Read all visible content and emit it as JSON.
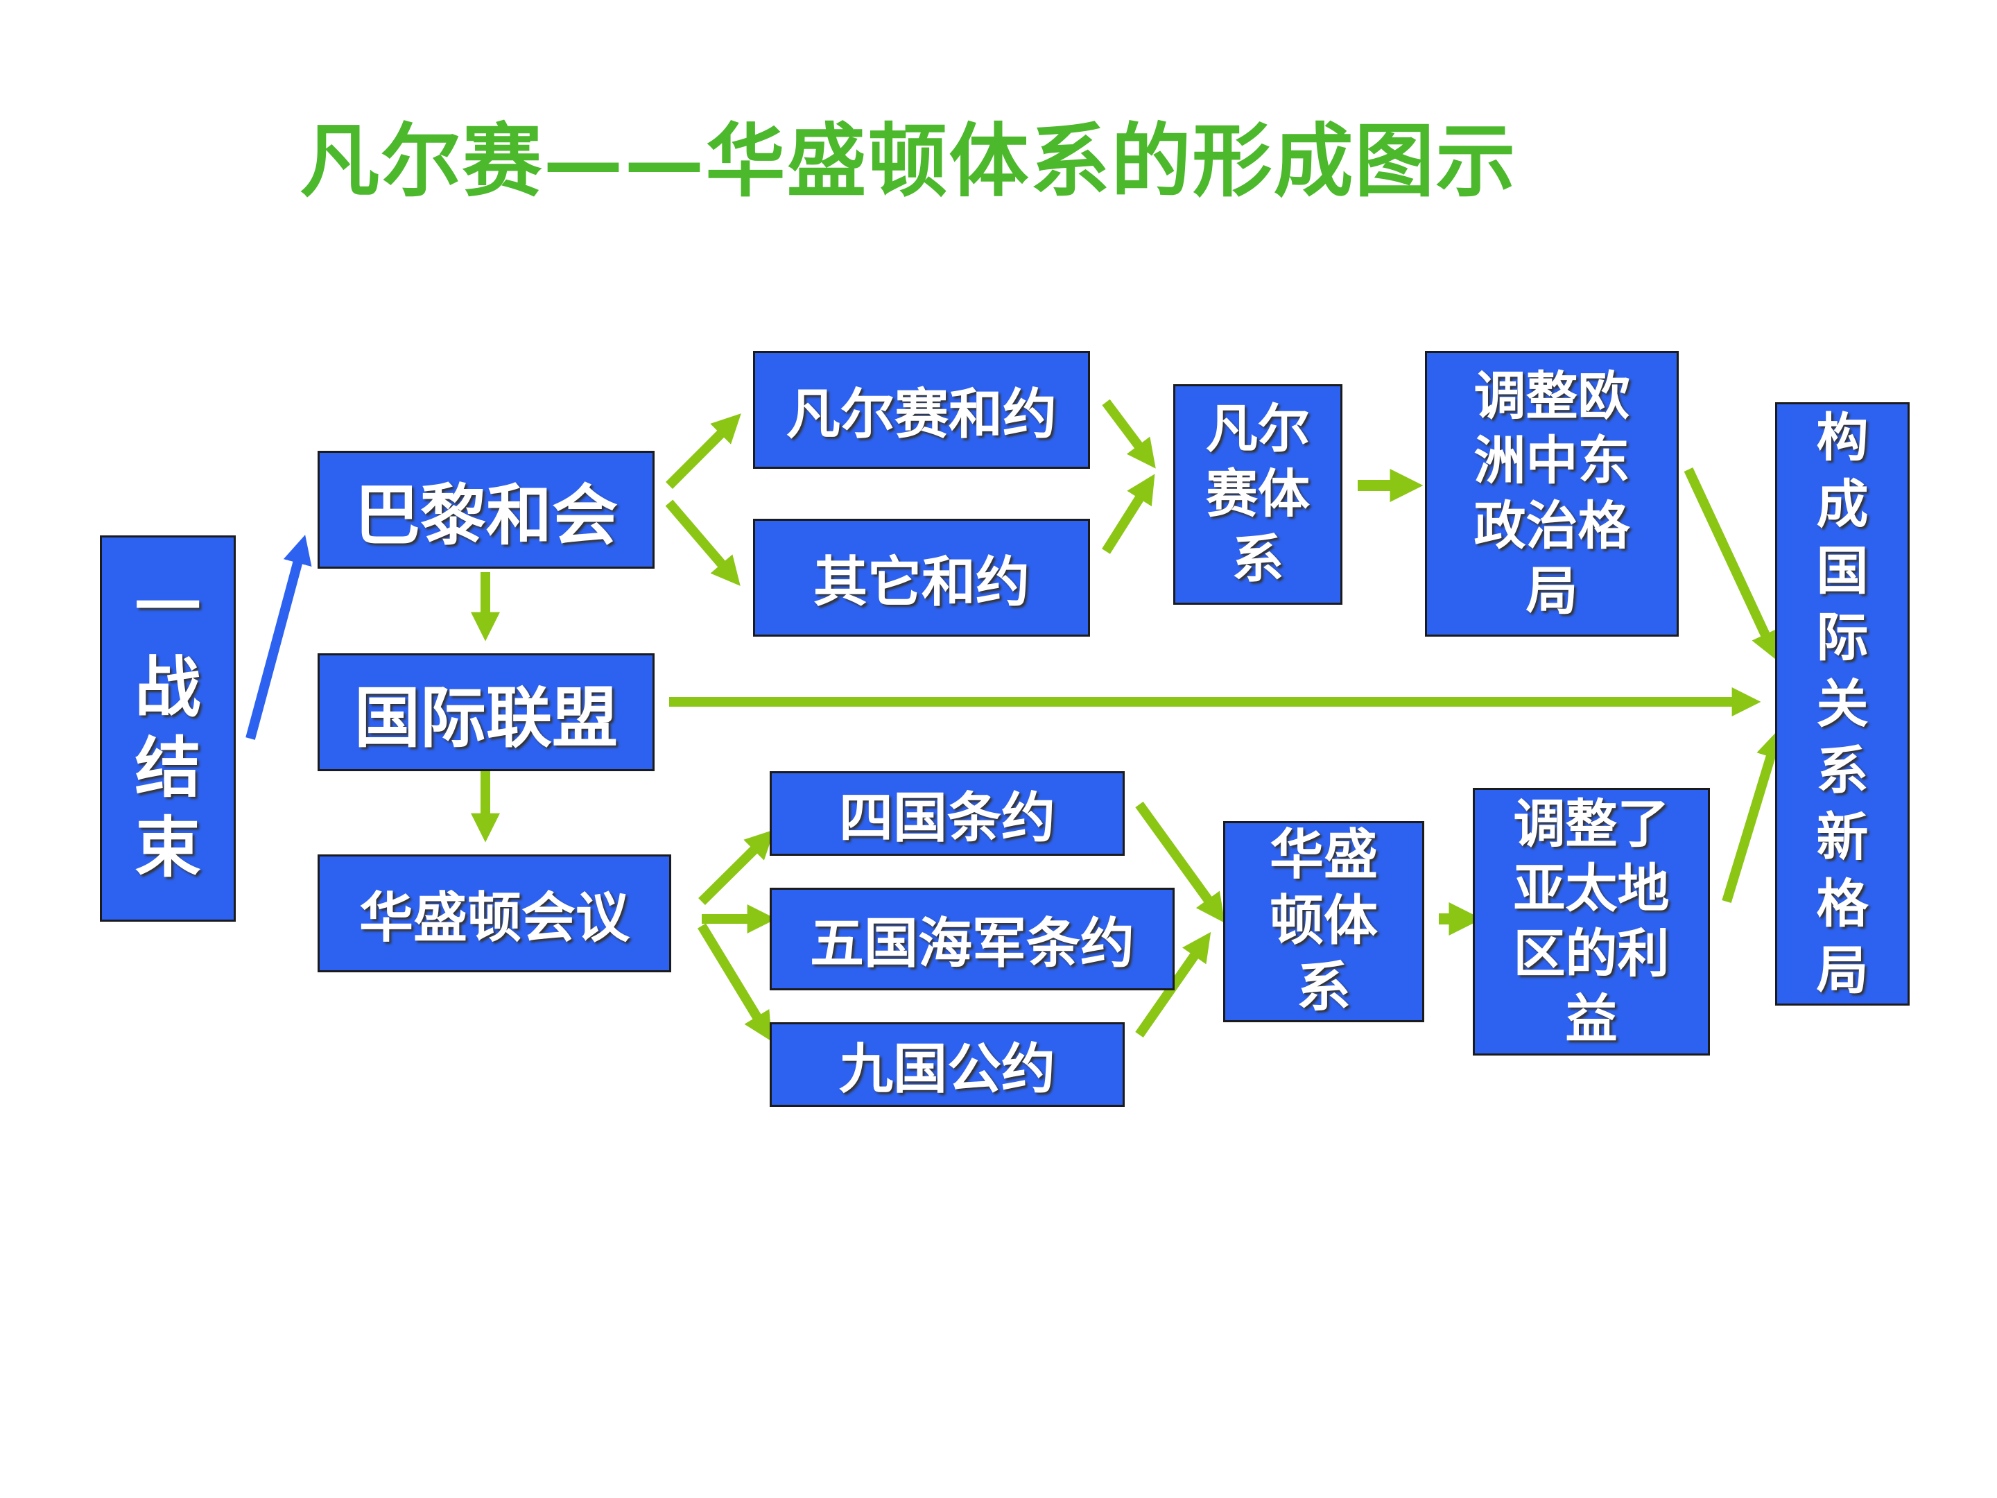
{
  "title": "凡尔赛——华盛顿体系的形成图示",
  "colors": {
    "box_fill": "#2d62f0",
    "arrow_green": "#8cc614",
    "arrow_blue": "#2d62f0",
    "title_green": "#4cb82c"
  },
  "nodes": {
    "war_end": "一战结束",
    "paris_conference": "巴黎和会",
    "league_of_nations": "国际联盟",
    "washington_conference": "华盛顿会议",
    "versailles_treaty": "凡尔赛和约",
    "other_treaties": "其它和约",
    "versailles_system": "凡尔赛体系",
    "europe_adjust": "调整欧洲中东政治格局",
    "four_power_treaty": "四国条约",
    "five_power_naval_treaty": "五国海军条约",
    "nine_power_treaty": "九国公约",
    "washington_system": "华盛顿体系",
    "asia_pacific_adjust": "调整了亚太地区的利益",
    "new_order": "构成国际关系新格局"
  }
}
